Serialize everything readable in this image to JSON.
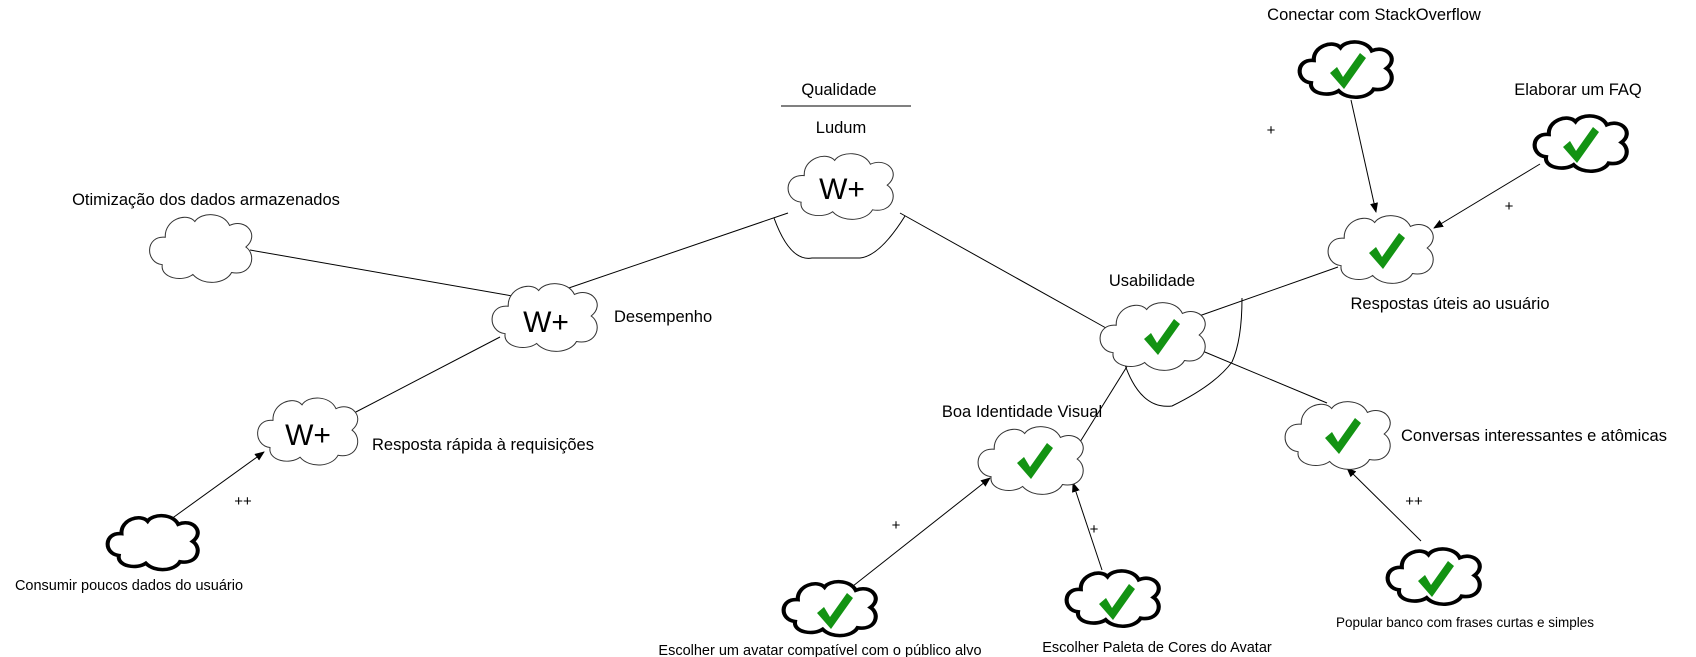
{
  "header": {
    "title": "Qualidade",
    "subtitle": "Ludum"
  },
  "colors": {
    "check": "#139313",
    "line": "#000000"
  },
  "nodes": {
    "ludum": {
      "symbol": "W+",
      "icon": "cloud-softgoal"
    },
    "desempenho": {
      "label": "Desempenho",
      "symbol": "W+",
      "icon": "cloud-softgoal"
    },
    "otimizacao": {
      "label": "Otimização dos dados armazenados",
      "icon": "cloud-softgoal"
    },
    "resposta": {
      "label": "Resposta rápida à requisições",
      "symbol": "W+",
      "icon": "cloud-softgoal"
    },
    "consumir": {
      "label": "Consumir poucos dados do usuário",
      "icon": "cloud-operationalization"
    },
    "usabilidade": {
      "label": "Usabilidade",
      "icon": "check-icon"
    },
    "identidade": {
      "label": "Boa Identidade Visual",
      "icon": "check-icon"
    },
    "conversas": {
      "label": "Conversas interessantes e atômicas",
      "icon": "check-icon"
    },
    "respostas": {
      "label": "Respostas úteis ao usuário",
      "icon": "check-icon"
    },
    "stackoverflow": {
      "label": "Conectar com StackOverflow",
      "icon": "check-icon"
    },
    "faq": {
      "label": "Elaborar um FAQ",
      "icon": "check-icon"
    },
    "avatar": {
      "label": "Escolher um avatar compatível com o público alvo",
      "icon": "check-icon"
    },
    "paleta": {
      "label": "Escolher Paleta de Cores do Avatar",
      "icon": "check-icon"
    },
    "popular": {
      "label": "Popular banco com frases curtas e simples",
      "icon": "check-icon"
    }
  },
  "contributions": {
    "consumir_resposta": "++",
    "stackoverflow_respostas": "+",
    "faq_respostas": "+",
    "avatar_identidade": "+",
    "paleta_identidade": "+",
    "popular_conversas": "++"
  }
}
